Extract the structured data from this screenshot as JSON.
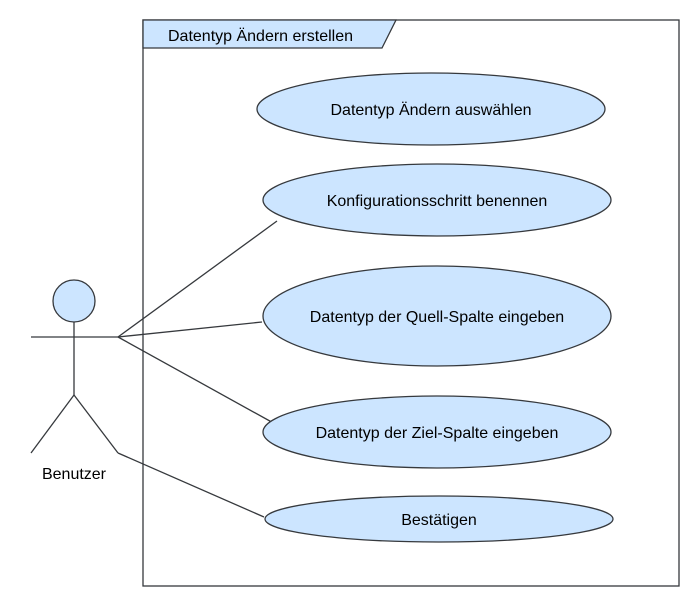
{
  "colors": {
    "usecase_fill": "#cce5ff",
    "actor_fill": "#cce5ff",
    "stroke": "#36393d",
    "background": "#ffffff"
  },
  "system": {
    "title": "Datentyp Ändern erstellen"
  },
  "actor": {
    "name": "Benutzer"
  },
  "use_cases": [
    {
      "label": "Datentyp Ändern auswählen"
    },
    {
      "label": "Konfigurationsschritt benennen"
    },
    {
      "label": "Datentyp der Quell-Spalte eingeben"
    },
    {
      "label": "Datentyp der Ziel-Spalte eingeben"
    },
    {
      "label": "Bestätigen"
    }
  ]
}
